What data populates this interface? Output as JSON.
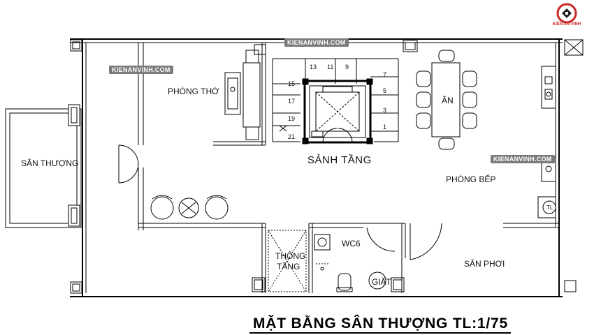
{
  "watermarks": [
    "KIENANVINH.COM",
    "KIENANVINH.COM",
    "KIENANVINH.COM"
  ],
  "logo": {
    "text": "KIẾN AN VINH",
    "color": "#c62828"
  },
  "rooms": {
    "phong_tho": "PHÒNG THỜ",
    "san_thuong": "SÂN THƯỢNG",
    "sanh_tang": "SẢNH TẦNG",
    "an": "ĂN",
    "phong_bep": "PHÒNG BẾP",
    "wc": "WC6",
    "thong_tang_1": "THÔNG",
    "thong_tang_2": "TẦNG",
    "giat": "GIẶT",
    "san_phoi": "SÂN PHƠI",
    "tl": "TL"
  },
  "stair_numbers": [
    "13",
    "11",
    "9",
    "7",
    "15",
    "5",
    "17",
    "3",
    "19",
    "1",
    "21"
  ],
  "title": "MẶT BẰNG SÂN THƯỢNG  TL:1/75"
}
